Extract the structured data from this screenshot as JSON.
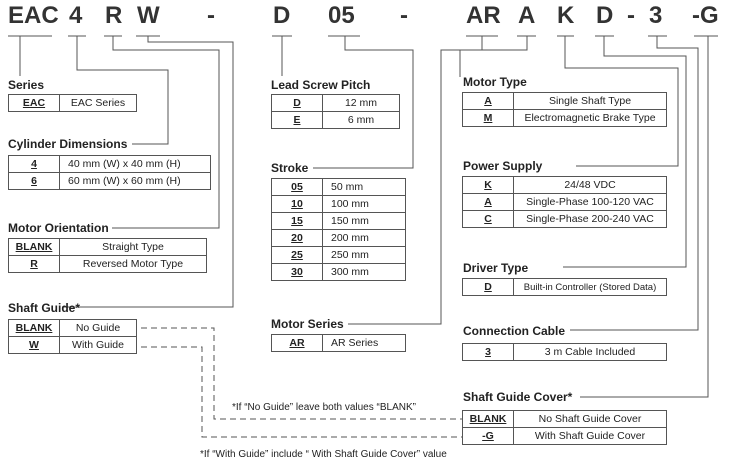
{
  "code_chars": [
    "EAC",
    "4",
    "R",
    "W",
    "-",
    "D",
    "05",
    "-",
    "AR",
    "A",
    "K",
    "D",
    "-",
    "3",
    "-G"
  ],
  "sections": {
    "series": {
      "title": "Series",
      "rows": [
        {
          "k": "EAC",
          "v": "EAC Series"
        }
      ]
    },
    "cylinder": {
      "title": "Cylinder Dimensions",
      "rows": [
        {
          "k": "4",
          "v": "40 mm (W) x 40 mm (H)"
        },
        {
          "k": "6",
          "v": "60 mm (W) x 60 mm (H)"
        }
      ]
    },
    "orientation": {
      "title": "Motor Orientation",
      "rows": [
        {
          "k": "BLANK",
          "v": "Straight Type"
        },
        {
          "k": "R",
          "v": "Reversed Motor Type"
        }
      ]
    },
    "guide": {
      "title": "Shaft Guide*",
      "rows": [
        {
          "k": "BLANK",
          "v": "No Guide"
        },
        {
          "k": "W",
          "v": "With Guide"
        }
      ]
    },
    "pitch": {
      "title": "Lead Screw Pitch",
      "rows": [
        {
          "k": "D",
          "v": "12 mm"
        },
        {
          "k": "E",
          "v": "6 mm"
        }
      ]
    },
    "stroke": {
      "title": "Stroke",
      "rows": [
        {
          "k": "05",
          "v": "50 mm"
        },
        {
          "k": "10",
          "v": "100 mm"
        },
        {
          "k": "15",
          "v": "150 mm"
        },
        {
          "k": "20",
          "v": "200 mm"
        },
        {
          "k": "25",
          "v": "250 mm"
        },
        {
          "k": "30",
          "v": "300 mm"
        }
      ]
    },
    "motor_series": {
      "title": "Motor Series",
      "rows": [
        {
          "k": "AR",
          "v": "AR Series"
        }
      ]
    },
    "motor_type": {
      "title": "Motor Type",
      "rows": [
        {
          "k": "A",
          "v": "Single Shaft Type"
        },
        {
          "k": "M",
          "v": "Electromagnetic Brake Type"
        }
      ]
    },
    "power": {
      "title": "Power Supply",
      "rows": [
        {
          "k": "K",
          "v": "24/48 VDC"
        },
        {
          "k": "A",
          "v": "Single-Phase 100-120 VAC"
        },
        {
          "k": "C",
          "v": "Single-Phase 200-240 VAC"
        }
      ]
    },
    "driver": {
      "title": "Driver Type",
      "rows": [
        {
          "k": "D",
          "v": "Built-in Controller (Stored Data)"
        }
      ]
    },
    "cable": {
      "title": "Connection Cable",
      "rows": [
        {
          "k": "3",
          "v": "3 m Cable Included"
        }
      ]
    },
    "cover": {
      "title": "Shaft Guide Cover*",
      "rows": [
        {
          "k": "BLANK",
          "v": "No Shaft Guide Cover"
        },
        {
          "k": "-G",
          "v": "With Shaft Guide Cover"
        }
      ]
    }
  },
  "notes": {
    "no_guide": "*If “No Guide” leave both values “BLANK”",
    "with_guide": "*If “With Guide” include “ With Shaft Guide Cover” value"
  }
}
